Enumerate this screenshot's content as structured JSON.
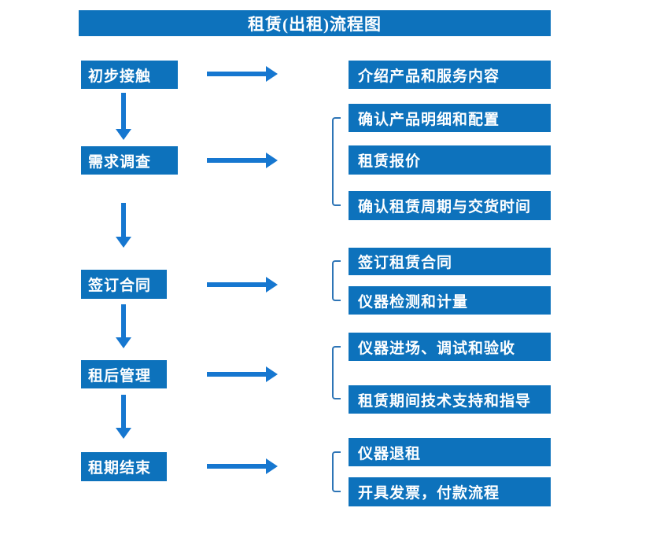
{
  "title": "租赁(出租)流程图",
  "colors": {
    "primary": "#0d72bc",
    "arrow": "#1677d0",
    "bracket": "#2e75b6",
    "box_text": "#ffffff",
    "background": "#ffffff"
  },
  "stages": [
    {
      "label": "初步接触",
      "details": [
        "介绍产品和服务内容"
      ]
    },
    {
      "label": "需求调查",
      "details": [
        "确认产品明细和配置",
        "租赁报价",
        "确认租赁周期与交货时间"
      ]
    },
    {
      "label": "签订合同",
      "details": [
        "签订租赁合同",
        "仪器检测和计量"
      ]
    },
    {
      "label": "租后管理",
      "details": [
        "仪器进场、调试和验收",
        "租赁期间技术支持和指导"
      ]
    },
    {
      "label": "租期结束",
      "details": [
        "仪器退租",
        "开具发票，付款流程"
      ]
    }
  ]
}
